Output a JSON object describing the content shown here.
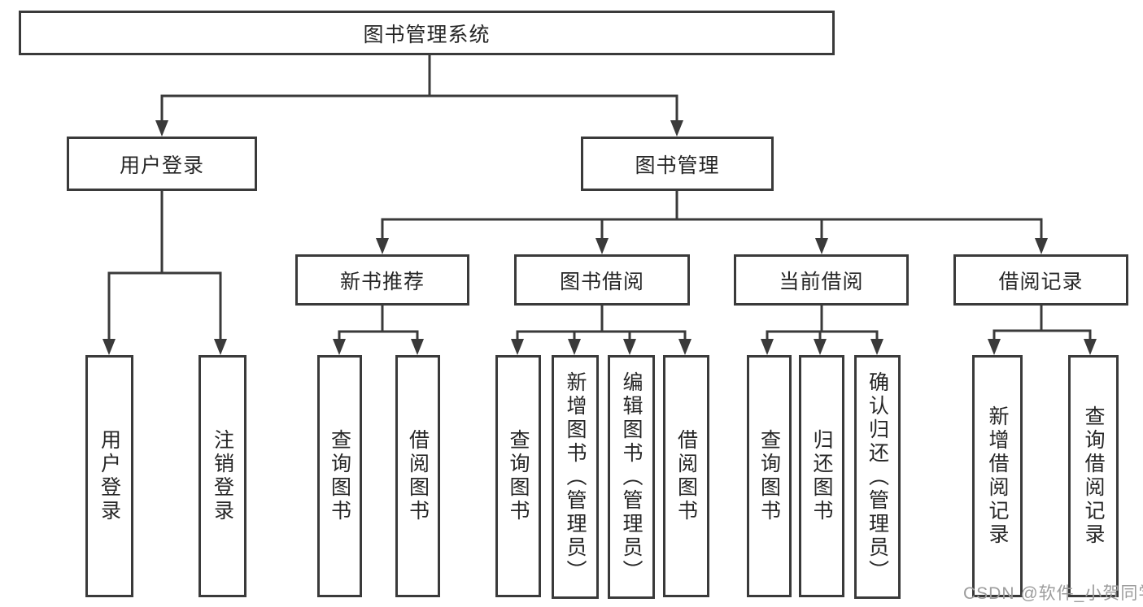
{
  "diagram_type": "hierarchy-tree",
  "tree": {
    "label": "图书管理系统",
    "children": [
      {
        "label": "用户登录",
        "children": [
          {
            "label": "用户登录"
          },
          {
            "label": "注销登录"
          }
        ]
      },
      {
        "label": "图书管理",
        "children": [
          {
            "label": "新书推荐",
            "children": [
              {
                "label": "查询图书"
              },
              {
                "label": "借阅图书"
              }
            ]
          },
          {
            "label": "图书借阅",
            "children": [
              {
                "label": "查询图书"
              },
              {
                "label": "新增图书（管理员）"
              },
              {
                "label": "编辑图书（管理员）"
              },
              {
                "label": "借阅图书"
              }
            ]
          },
          {
            "label": "当前借阅",
            "children": [
              {
                "label": "查询图书"
              },
              {
                "label": "归还图书"
              },
              {
                "label": "确认归还（管理员）"
              }
            ]
          },
          {
            "label": "借阅记录",
            "children": [
              {
                "label": "新增借阅记录"
              },
              {
                "label": "查询借阅记录"
              }
            ]
          }
        ]
      }
    ]
  },
  "watermark": "CSDN @软件_小贺同学",
  "colors": {
    "line": "#3a3a3a",
    "box_border": "#3a3a3a",
    "box_fill": "#ffffff",
    "text": "#262626",
    "watermark": "#9c9c9c",
    "background": "#ffffff"
  }
}
